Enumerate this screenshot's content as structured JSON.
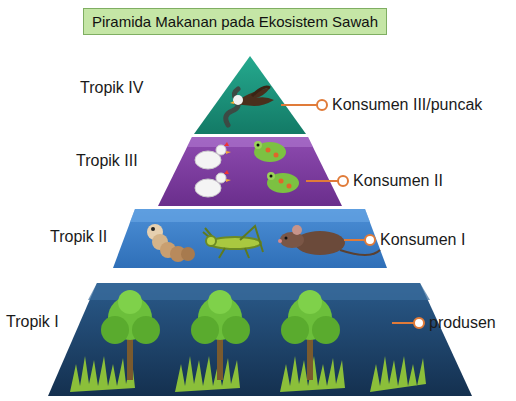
{
  "diagram": {
    "title": "Piramida Makanan pada Ekosistem Sawah",
    "labels": [
      "Tropik IV",
      "Konsumen III/puncak",
      "Tropik III",
      "Konsumen II",
      "Tropik II",
      "Konsumen I",
      "Tropik I",
      "produsen"
    ]
  }
}
